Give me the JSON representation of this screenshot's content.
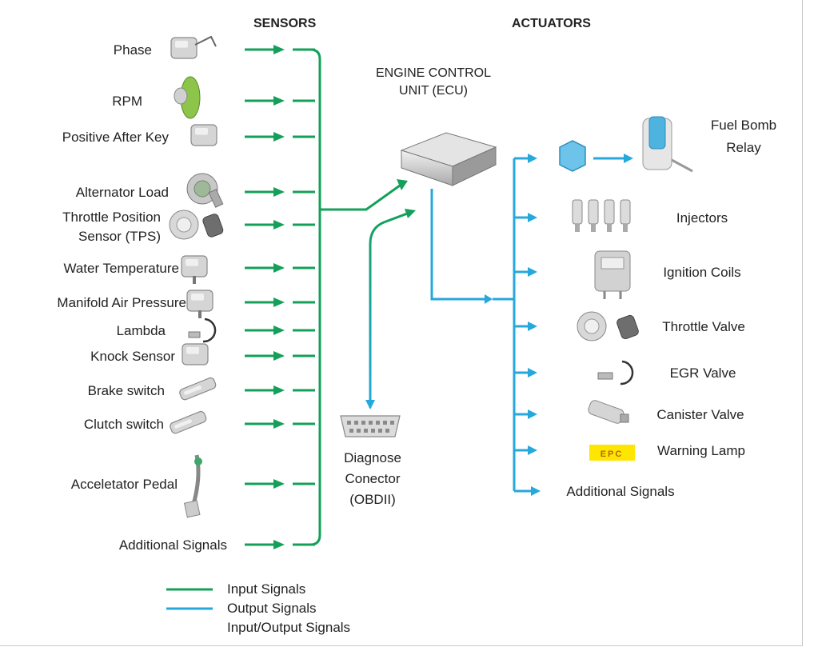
{
  "headers": {
    "sensors": "SENSORS",
    "actuators": "ACTUATORS"
  },
  "ecu": {
    "line1": "ENGINE CONTROL",
    "line2": "UNIT (ECU)"
  },
  "sensors": [
    {
      "lines": [
        "Phase"
      ],
      "icon": "camshaft-phase-sensor-icon"
    },
    {
      "lines": [
        "RPM"
      ],
      "icon": "rpm-sensor-icon"
    },
    {
      "lines": [
        "Positive After Key"
      ],
      "icon": "ignition-key-relay-icon"
    },
    {
      "lines": [
        "Alternator Load"
      ],
      "icon": "alternator-icon"
    },
    {
      "lines": [
        "Throttle Position",
        "Sensor (TPS)"
      ],
      "icon": "throttle-position-sensor-icon"
    },
    {
      "lines": [
        "Water Temperature"
      ],
      "icon": "water-temperature-sensor-icon"
    },
    {
      "lines": [
        "Manifold Air Pressure"
      ],
      "icon": "map-sensor-icon"
    },
    {
      "lines": [
        "Lambda"
      ],
      "icon": "lambda-sensor-icon"
    },
    {
      "lines": [
        "Knock Sensor"
      ],
      "icon": "knock-sensor-icon"
    },
    {
      "lines": [
        "Brake switch"
      ],
      "icon": "brake-switch-icon"
    },
    {
      "lines": [
        "Clutch switch"
      ],
      "icon": "clutch-switch-icon"
    },
    {
      "lines": [
        "Acceletator Pedal"
      ],
      "icon": "accelerator-pedal-icon"
    },
    {
      "lines": [
        "Additional Signals"
      ],
      "icon": ""
    }
  ],
  "actuators": [
    {
      "lines": [
        "Fuel Bomb",
        "Relay"
      ],
      "icon": "fuel-pump-icon"
    },
    {
      "lines": [
        "Injectors"
      ],
      "icon": "injectors-icon"
    },
    {
      "lines": [
        "Ignition Coils"
      ],
      "icon": "ignition-coils-icon"
    },
    {
      "lines": [
        "Throttle Valve"
      ],
      "icon": "throttle-valve-icon"
    },
    {
      "lines": [
        "EGR Valve"
      ],
      "icon": "egr-valve-icon"
    },
    {
      "lines": [
        "Canister Valve"
      ],
      "icon": "canister-valve-icon"
    },
    {
      "lines": [
        "Warning Lamp"
      ],
      "icon": "warning-lamp-icon"
    },
    {
      "lines": [
        "Additional Signals"
      ],
      "icon": ""
    }
  ],
  "diagnose": {
    "lines": [
      "Diagnose",
      "Conector",
      "(OBDII)"
    ],
    "icon": "obd2-connector-icon"
  },
  "warning_lamp_badge": "EPC",
  "legend": [
    {
      "label": "Input Signals",
      "type": "input"
    },
    {
      "label": "Output Signals",
      "type": "output"
    },
    {
      "label": "Input/Output Signals",
      "type": "io"
    }
  ],
  "colors": {
    "input": "#14a05a",
    "output": "#27a8dd",
    "io_start": "#14a05a",
    "io_end": "#27a8dd",
    "badge": "#ffe600"
  }
}
